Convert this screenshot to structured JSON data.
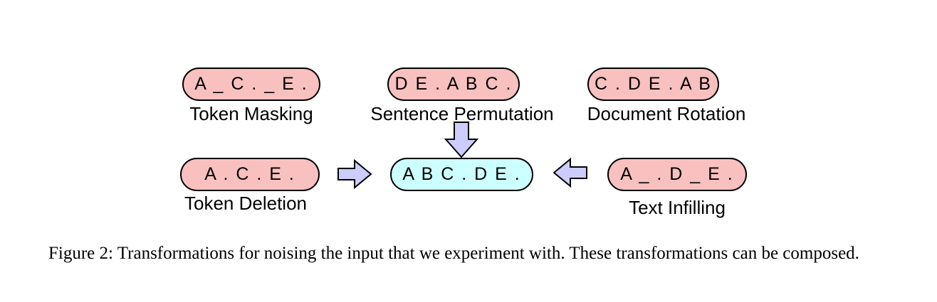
{
  "colors": {
    "noised": "#f9c0c0",
    "original": "#ccffff",
    "arrow": "#ccccff"
  },
  "figure": {
    "token_masking": {
      "text": "A _ C . _ E .",
      "label": "Token Masking"
    },
    "sentence_permutation": {
      "text": "D E . A B C .",
      "label": "Sentence Permutation"
    },
    "document_rotation": {
      "text": "C . D E . A B",
      "label": "Document Rotation"
    },
    "token_deletion": {
      "text": "A . C . E .",
      "label": "Token Deletion"
    },
    "original": {
      "text": "A B C . D E ."
    },
    "text_infilling": {
      "text": "A _ . D _ E .",
      "label": "Text Infilling"
    },
    "icons": {
      "down_arrow": "block-arrow-down",
      "right_arrow": "block-arrow-right",
      "left_arrow": "block-arrow-left"
    }
  },
  "caption": "Figure 2: Transformations for noising the input that we experiment with. These transformations can be composed."
}
